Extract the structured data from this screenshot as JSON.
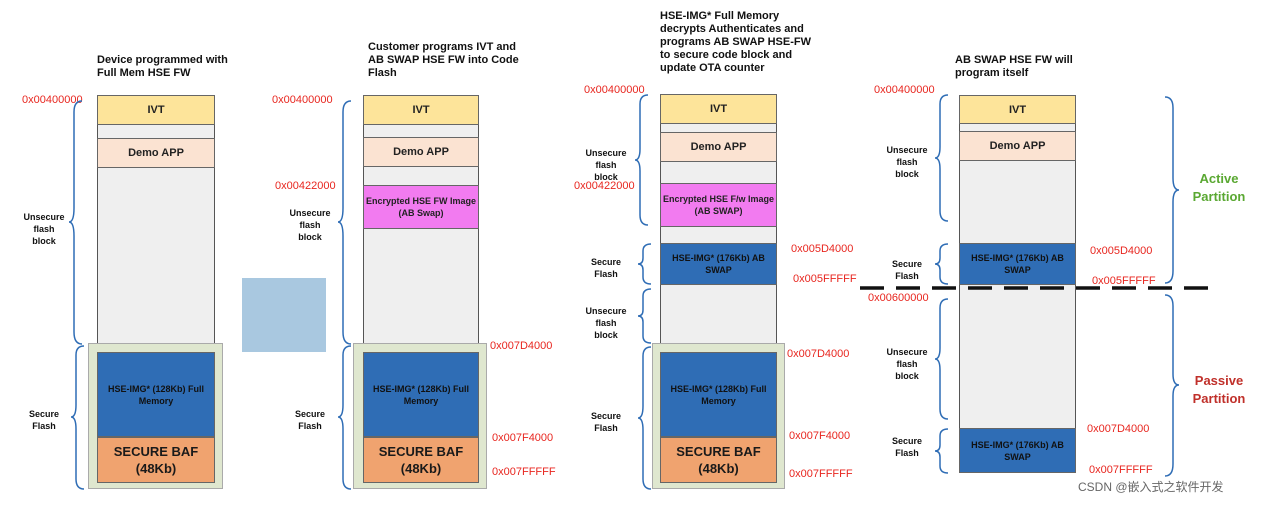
{
  "panel1": {
    "title": "Device programmed with Full Mem HSE FW",
    "addr_start": "0x00400000",
    "ivt": "IVT",
    "demo": "Demo APP",
    "unsecure": "Unsecure flash block",
    "secure": "Secure Flash",
    "hse": "HSE-IMG* (128Kb) Full Memory",
    "baf": "SECURE BAF (48Kb)"
  },
  "panel2": {
    "title": "Customer programs IVT and AB SWAP HSE FW into Code Flash",
    "addr_start": "0x00400000",
    "addr_enc": "0x00422000",
    "addr_sec": "0x007D4000",
    "addr_baf": "0x007F4000",
    "addr_end": "0x007FFFFF",
    "ivt": "IVT",
    "demo": "Demo APP",
    "enc": "Encrypted HSE FW Image (AB Swap)",
    "unsecure": "Unsecure flash block",
    "secure": "Secure Flash",
    "hse": "HSE-IMG* (128Kb) Full Memory",
    "baf": "SECURE BAF (48Kb)"
  },
  "panel3": {
    "title": "HSE-IMG* Full Memory decrypts Authenticates and programs AB SWAP HSE-FW to secure code block and update OTA counter",
    "addr_start": "0x00400000",
    "addr_enc": "0x00422000",
    "addr_swap": "0x005D4000",
    "addr_swap_end": "0x005FFFFF",
    "addr_sec": "0x007D4000",
    "addr_baf": "0x007F4000",
    "addr_end": "0x007FFFFF",
    "ivt": "IVT",
    "demo": "Demo APP",
    "enc": "Encrypted HSE F/w Image (AB SWAP)",
    "swap": "HSE-IMG* (176Kb) AB SWAP",
    "unsecure1": "Unsecure flash block",
    "secure1": "Secure Flash",
    "unsecure2": "Unsecure flash block",
    "secure2": "Secure Flash",
    "hse": "HSE-IMG* (128Kb) Full Memory",
    "baf": "SECURE BAF (48Kb)"
  },
  "panel4": {
    "title": "AB SWAP HSE FW will program itself",
    "addr_start": "0x00400000",
    "addr_swap": "0x005D4000",
    "addr_swap_end": "0x005FFFFF",
    "addr_passive": "0x00600000",
    "addr_sec": "0x007D4000",
    "addr_end": "0x007FFFFF",
    "ivt": "IVT",
    "demo": "Demo APP",
    "swap1": "HSE-IMG* (176Kb) AB SWAP",
    "swap2": "HSE-IMG* (176Kb) AB SWAP",
    "unsecure1": "Unsecure flash block",
    "secure1": "Secure Flash",
    "unsecure2": "Unsecure flash block",
    "secure2": "Secure Flash",
    "active": "Active Partition",
    "passive": "Passive Partition"
  },
  "colors": {
    "address": "#e8261f",
    "partition_active": "#5aa832",
    "partition_passive": "#c0302a",
    "bracket": "#2f6db5"
  },
  "watermark": "CSDN @嵌入式之软件开发"
}
